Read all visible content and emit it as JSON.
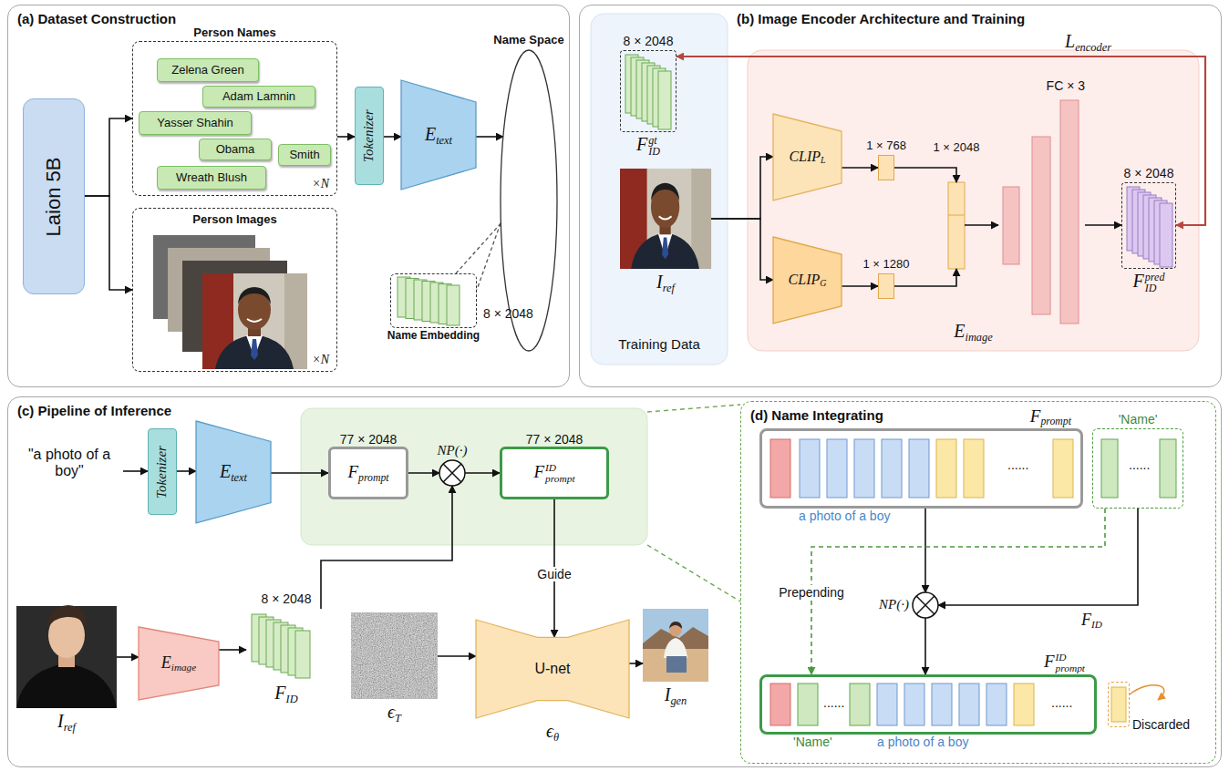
{
  "diagram": {
    "nodes": [
      {
        "text": [
          "(a) Dataset Construction"
        ]
      },
      {
        "text": [
          "Laion 5B"
        ],
        "in": 0
      },
      {
        "text": [
          "Person Names",
          "×N"
        ],
        "in": 0
      },
      {
        "text": [
          "Zelena Green"
        ],
        "in": 2
      },
      {
        "text": [
          "Adam Lamnin"
        ],
        "in": 2
      },
      {
        "text": [
          "Yasser Shahin"
        ],
        "in": 2
      },
      {
        "text": [
          "Obama"
        ],
        "in": 2
      },
      {
        "text": [
          "Smith"
        ],
        "in": 2
      },
      {
        "text": [
          "Wreath Blush"
        ],
        "in": 2
      },
      {
        "text": [
          "Person Images",
          "×N"
        ],
        "in": 0
      },
      {
        "text": [
          "Tokenizer"
        ],
        "in": 0
      },
      {
        "text": [
          "E",
          "text"
        ],
        "in": 0
      },
      {
        "text": [
          "Name Space"
        ],
        "in": 0
      },
      {
        "text": [
          "Name Embedding"
        ],
        "in": 0
      },
      {
        "text": [
          "(b) Image Encoder Architecture and Training"
        ]
      },
      {
        "text": [
          "Training Data"
        ],
        "in": 14
      },
      {
        "text": [
          "8 × 2048",
          "F",
          "ID",
          "gt"
        ],
        "in": 15
      },
      {
        "text": [
          "I",
          "ref"
        ],
        "in": 15
      },
      {
        "text": [
          "E",
          "image"
        ],
        "in": 14
      },
      {
        "text": [
          "CLIP",
          "L"
        ],
        "in": 18
      },
      {
        "text": [
          "CLIP",
          "G"
        ],
        "in": 18
      },
      {
        "text": [
          "1 × 768"
        ],
        "in": 18
      },
      {
        "text": [
          "1 × 1280"
        ],
        "in": 18
      },
      {
        "text": [
          "1 × 2048"
        ],
        "in": 18
      },
      {
        "text": [
          "FC × 3"
        ],
        "in": 18
      },
      {
        "text": [
          "8 × 2048",
          "F",
          "ID",
          "pred"
        ],
        "in": 14
      },
      {
        "text": [
          "(c) Pipeline of Inference"
        ]
      },
      {
        "text": [
          "Tokenizer"
        ],
        "in": 26
      },
      {
        "text": [
          "E",
          "text"
        ],
        "in": 26
      },
      {
        "text": [
          "77 × 2048",
          "F",
          "prompt"
        ],
        "in": 26
      },
      {
        "text": [
          "NP(·)"
        ],
        "in": 26
      },
      {
        "text": [
          "77 × 2048",
          "F",
          "prompt",
          "ID"
        ],
        "in": 26
      },
      {
        "text": [
          "I",
          "ref"
        ],
        "in": 26
      },
      {
        "text": [
          "E",
          "image"
        ],
        "in": 26
      },
      {
        "text": [
          "8 × 2048",
          "F",
          "ID"
        ],
        "in": 26
      },
      {
        "text": [
          "ϵ",
          "T"
        ],
        "in": 26
      },
      {
        "text": [
          "U-net",
          "ϵ",
          "θ"
        ],
        "in": 26
      },
      {
        "text": [
          "I",
          "gen"
        ],
        "in": 26
      },
      {
        "text": [
          "(d) Name Integrating"
        ],
        "in": 26
      },
      {
        "text": [
          "F",
          "prompt",
          "a photo of a boy"
        ],
        "in": 38
      },
      {
        "text": [
          "'Name'"
        ],
        "in": 38
      },
      {
        "text": [
          "NP(·)"
        ],
        "in": 38
      },
      {
        "text": [
          "F",
          "prompt",
          "ID",
          "'Name'",
          "a photo of a boy"
        ],
        "in": 38
      },
      {
        "text": [
          "Discarded"
        ],
        "in": 38
      }
    ],
    "edges": [
      {
        "from": 1,
        "to": 2,
        "arrow": "to"
      },
      {
        "from": 1,
        "to": 9,
        "arrow": "to"
      },
      {
        "from": 2,
        "to": 10,
        "arrow": "to"
      },
      {
        "from": 10,
        "to": 11,
        "arrow": "to"
      },
      {
        "from": 11,
        "to": 12,
        "arrow": "to"
      },
      {
        "from": 12,
        "to": 13,
        "arrow": "none"
      },
      {
        "from": 17,
        "to": 19,
        "arrow": "to"
      },
      {
        "from": 17,
        "to": 20,
        "arrow": "to"
      },
      {
        "from": 19,
        "to": 21,
        "arrow": "to"
      },
      {
        "from": 20,
        "to": 22,
        "arrow": "to"
      },
      {
        "from": 21,
        "to": 23,
        "arrow": "to"
      },
      {
        "from": 22,
        "to": 23,
        "arrow": "to"
      },
      {
        "from": 23,
        "to": 24,
        "arrow": "to"
      },
      {
        "from": 24,
        "to": 25,
        "arrow": "to"
      },
      {
        "from": 25,
        "to": 16,
        "arrow": "both"
      },
      {
        "from": 27,
        "to": 28,
        "arrow": "to"
      },
      {
        "from": 28,
        "to": 29,
        "arrow": "to"
      },
      {
        "from": 29,
        "to": 30,
        "arrow": "to"
      },
      {
        "from": 30,
        "to": 31,
        "arrow": "to"
      },
      {
        "from": 34,
        "to": 30,
        "arrow": "to"
      },
      {
        "from": 31,
        "to": 36,
        "label": "Guide",
        "arrow": "to"
      },
      {
        "from": 32,
        "to": 33,
        "arrow": "to"
      },
      {
        "from": 33,
        "to": 34,
        "arrow": "to"
      },
      {
        "from": 35,
        "to": 36,
        "arrow": "to"
      },
      {
        "from": 36,
        "to": 37,
        "arrow": "to"
      },
      {
        "from": 39,
        "to": 41,
        "arrow": "to"
      },
      {
        "from": 40,
        "to": 41,
        "arrow": "to"
      },
      {
        "from": 41,
        "to": 42,
        "arrow": "to"
      },
      {
        "from": 40,
        "to": 42,
        "label": "Prepending",
        "arrow": "to"
      }
    ],
    "labels": [
      "8 × 2048",
      "L",
      "encoder",
      "\"a photo of a boy\"",
      "F",
      "ID",
      "......",
      "......",
      "......",
      "......"
    ]
  }
}
